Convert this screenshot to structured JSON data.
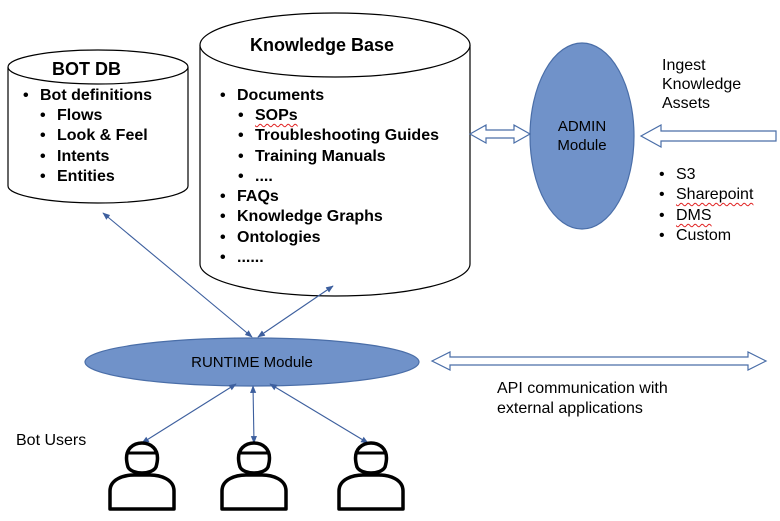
{
  "bot_db": {
    "title": "BOT DB",
    "item_main": "Bot definitions",
    "sub_items": [
      "Flows",
      "Look & Feel",
      "Intents",
      "Entities"
    ]
  },
  "knowledge_base": {
    "title": "Knowledge Base",
    "documents_label": "Documents",
    "document_items": [
      "SOPs",
      "Troubleshooting Guides",
      "Training Manuals",
      "...."
    ],
    "other_items": [
      "FAQs",
      "Knowledge Graphs",
      "Ontologies",
      "......"
    ]
  },
  "admin": {
    "line1": "ADMIN",
    "line2": "Module"
  },
  "ingest": {
    "line1": "Ingest",
    "line2": "Knowledge",
    "line3": "Assets",
    "sources": [
      "S3",
      "Sharepoint",
      "DMS",
      "Custom"
    ]
  },
  "runtime": {
    "label": "RUNTIME Module"
  },
  "api": {
    "line1": "API communication with",
    "line2": "external applications"
  },
  "bot_users": {
    "label": "Bot Users"
  },
  "colors": {
    "module_fill": "#7092c9",
    "module_stroke": "#4a6ea8",
    "arrow_blue": "#3d5f9e",
    "outline": "#000000"
  },
  "icons": [
    "user-icon",
    "user-icon",
    "user-icon"
  ]
}
